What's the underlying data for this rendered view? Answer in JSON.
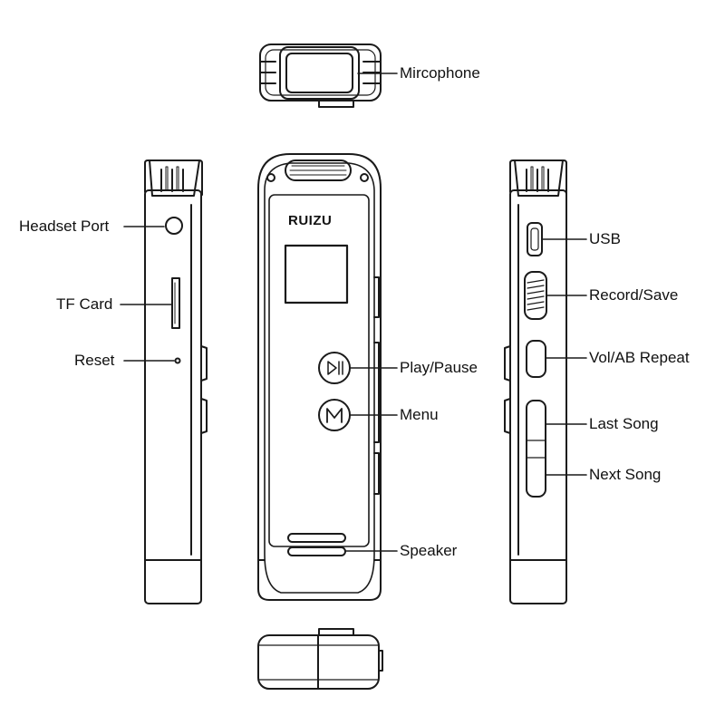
{
  "brand": "RUIZU",
  "labels": {
    "microphone": "Mircophone",
    "headset_port": "Headset Port",
    "tf_card": "TF Card",
    "reset": "Reset",
    "play_pause": "Play/Pause",
    "menu": "Menu",
    "speaker": "Speaker",
    "usb": "USB",
    "record_save": "Record/Save",
    "vol_ab_repeat": "Vol/AB Repeat",
    "last_song": "Last Song",
    "next_song": "Next Song"
  },
  "icons": {
    "play_pause": "play-pause-icon",
    "menu": "menu-m-icon"
  },
  "colors": {
    "line": "#1a1a1a",
    "background": "#ffffff"
  }
}
